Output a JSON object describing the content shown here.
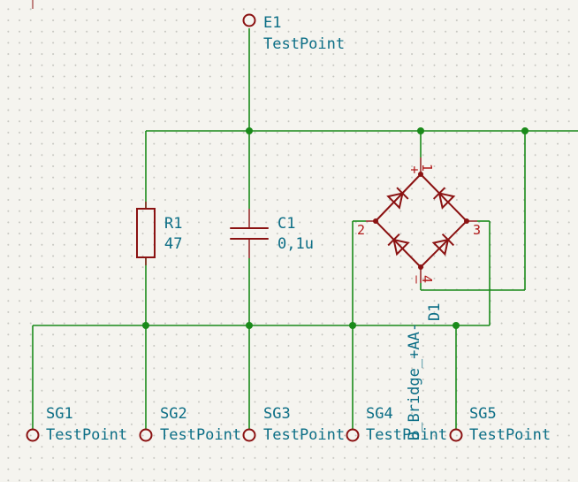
{
  "components": {
    "E1": {
      "ref": "E1",
      "value": "TestPoint"
    },
    "R1": {
      "ref": "R1",
      "value": "47"
    },
    "C1": {
      "ref": "C1",
      "value": "0,1u"
    },
    "D1": {
      "ref": "D1",
      "value": "D_Bridge_+AA-",
      "pins": {
        "p1": "1",
        "p2": "2",
        "p3": "3",
        "p4": "4",
        "plus": "+",
        "minus": "–"
      }
    },
    "SG1": {
      "ref": "SG1",
      "value": "TestPoint"
    },
    "SG2": {
      "ref": "SG2",
      "value": "TestPoint"
    },
    "SG3": {
      "ref": "SG3",
      "value": "TestPoint"
    },
    "SG4": {
      "ref": "SG4",
      "value": "TestPoint"
    },
    "SG5": {
      "ref": "SG5",
      "value": "TestPoint"
    }
  },
  "colors": {
    "wire": "#1a8a1a",
    "component": "#8b1212",
    "label": "#0c6e86",
    "background": "#f5f4ef"
  }
}
